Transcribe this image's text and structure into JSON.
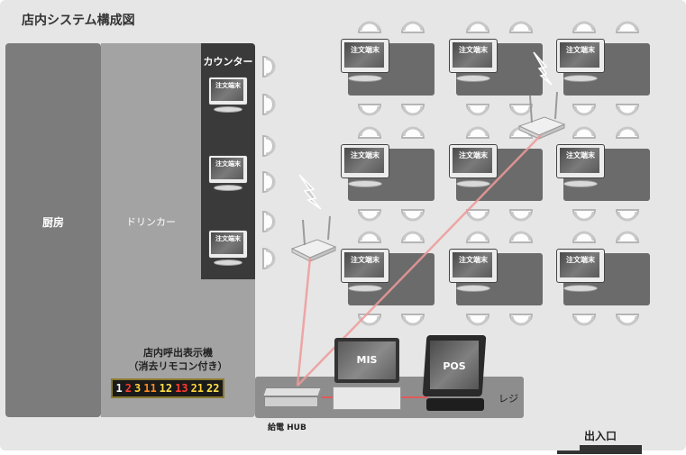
{
  "title": "店内システム構成図",
  "areas": {
    "kitchen": "厨房",
    "drink_bar": "ドリンカー",
    "counter": "カウンター",
    "register": "レジ"
  },
  "devices": {
    "order_terminal": "注文端末",
    "mis": "MIS",
    "pos": "POS",
    "hub": "給電 HUB"
  },
  "call_display": {
    "line1": "店内呼出表示機",
    "line2": "（消去リモコン付き）",
    "numbers": [
      "1",
      "2",
      "3",
      "11",
      "12",
      "13",
      "21",
      "22"
    ],
    "colors": [
      "#f5f5f5",
      "#ff3b2f",
      "#ffd23a",
      "#ff8a1f",
      "#ffe04a",
      "#ff3b2f",
      "#ffd23a",
      "#ffe04a"
    ]
  },
  "exit": "出入口",
  "colors": {
    "lan_line": "#e05a5a",
    "wifi_line": "#ef9a9a"
  }
}
